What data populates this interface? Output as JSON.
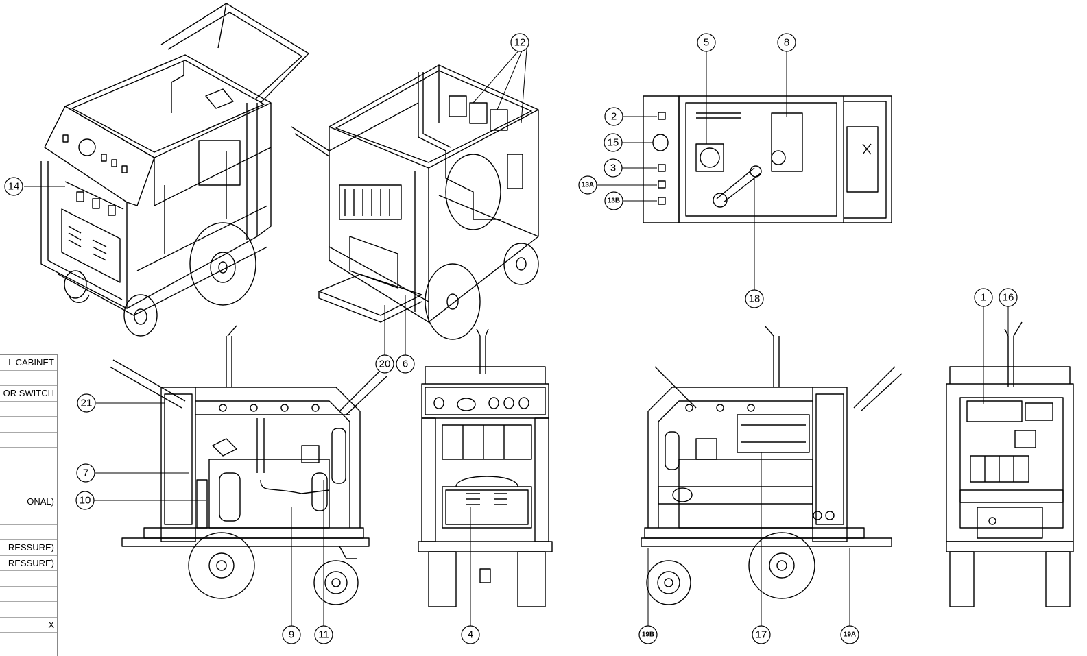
{
  "parts_table": {
    "rows": [
      "L CABINET",
      "",
      "OR SWITCH",
      "",
      "",
      "",
      "",
      "",
      "",
      "ONAL)",
      "",
      "",
      "RESSURE)",
      "RESSURE)",
      "",
      "",
      "",
      "X",
      "",
      ""
    ]
  },
  "callouts": {
    "c1": "1",
    "c2": "2",
    "c3": "3",
    "c4": "4",
    "c5": "5",
    "c6": "6",
    "c7": "7",
    "c8": "8",
    "c9": "9",
    "c10": "10",
    "c11": "11",
    "c12": "12",
    "c13a": "13A",
    "c13b": "13B",
    "c14": "14",
    "c15": "15",
    "c16": "16",
    "c17": "17",
    "c18": "18",
    "c19a": "19A",
    "c19b": "19B",
    "c20": "20",
    "c21": "21"
  }
}
